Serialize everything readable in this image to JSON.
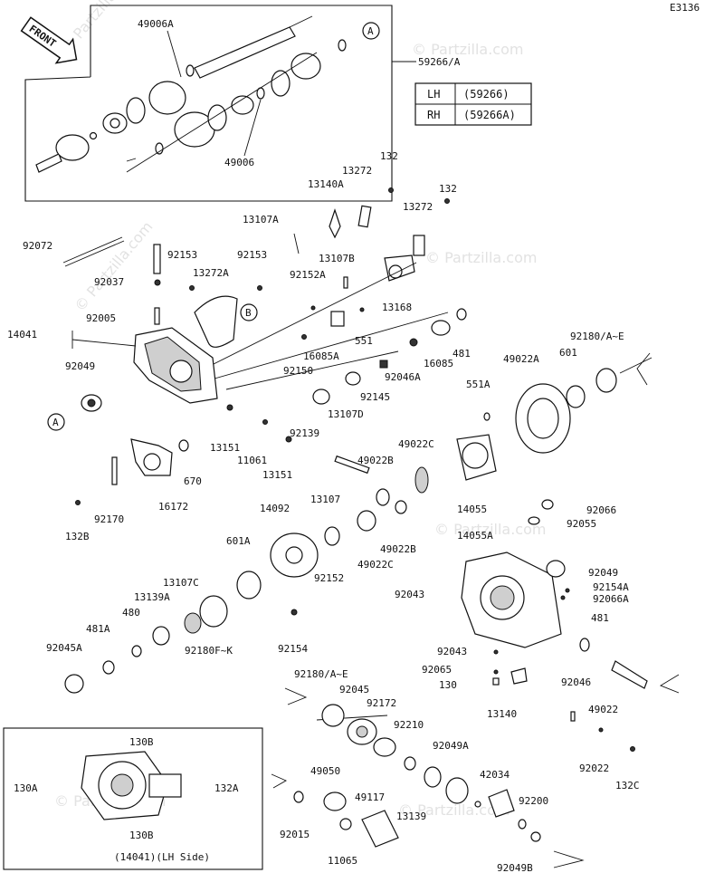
{
  "diagram": {
    "code": "E3136",
    "front_label": "FRONT",
    "watermark": "© Partzilla.com",
    "lh_rh_table": [
      {
        "side": "LH",
        "part": "(59266)"
      },
      {
        "side": "RH",
        "part": "(59266A)"
      }
    ],
    "inset_caption": "(14041)(LH Side)",
    "callouts": [
      "A",
      "B"
    ],
    "labels": [
      "49006A",
      "59266/A",
      "49006",
      "132",
      "13272",
      "13140A",
      "13107A",
      "92072",
      "92153",
      "13272A",
      "92037",
      "92005",
      "14041",
      "92049",
      "13107B",
      "92152A",
      "13168",
      "16085A",
      "551",
      "92150",
      "481",
      "16085",
      "92046A",
      "92145",
      "13107D",
      "92139",
      "49022A",
      "601",
      "92180/A~E",
      "551A",
      "13151",
      "11061",
      "670",
      "16172",
      "92170",
      "132B",
      "49022C",
      "49022B",
      "14055",
      "13107",
      "14092",
      "601A",
      "92152",
      "92066",
      "92055",
      "14055A",
      "13107C",
      "13139A",
      "480",
      "481A",
      "92045A",
      "92180F~K",
      "92154",
      "92043",
      "92154A",
      "92066A",
      "92065",
      "130",
      "13140",
      "92046",
      "49022",
      "92045",
      "92172",
      "92210",
      "92049A",
      "42034",
      "49050",
      "49117",
      "92015",
      "11065",
      "13139",
      "92200",
      "92049B",
      "92022",
      "132C",
      "130B",
      "130A",
      "132A"
    ]
  }
}
